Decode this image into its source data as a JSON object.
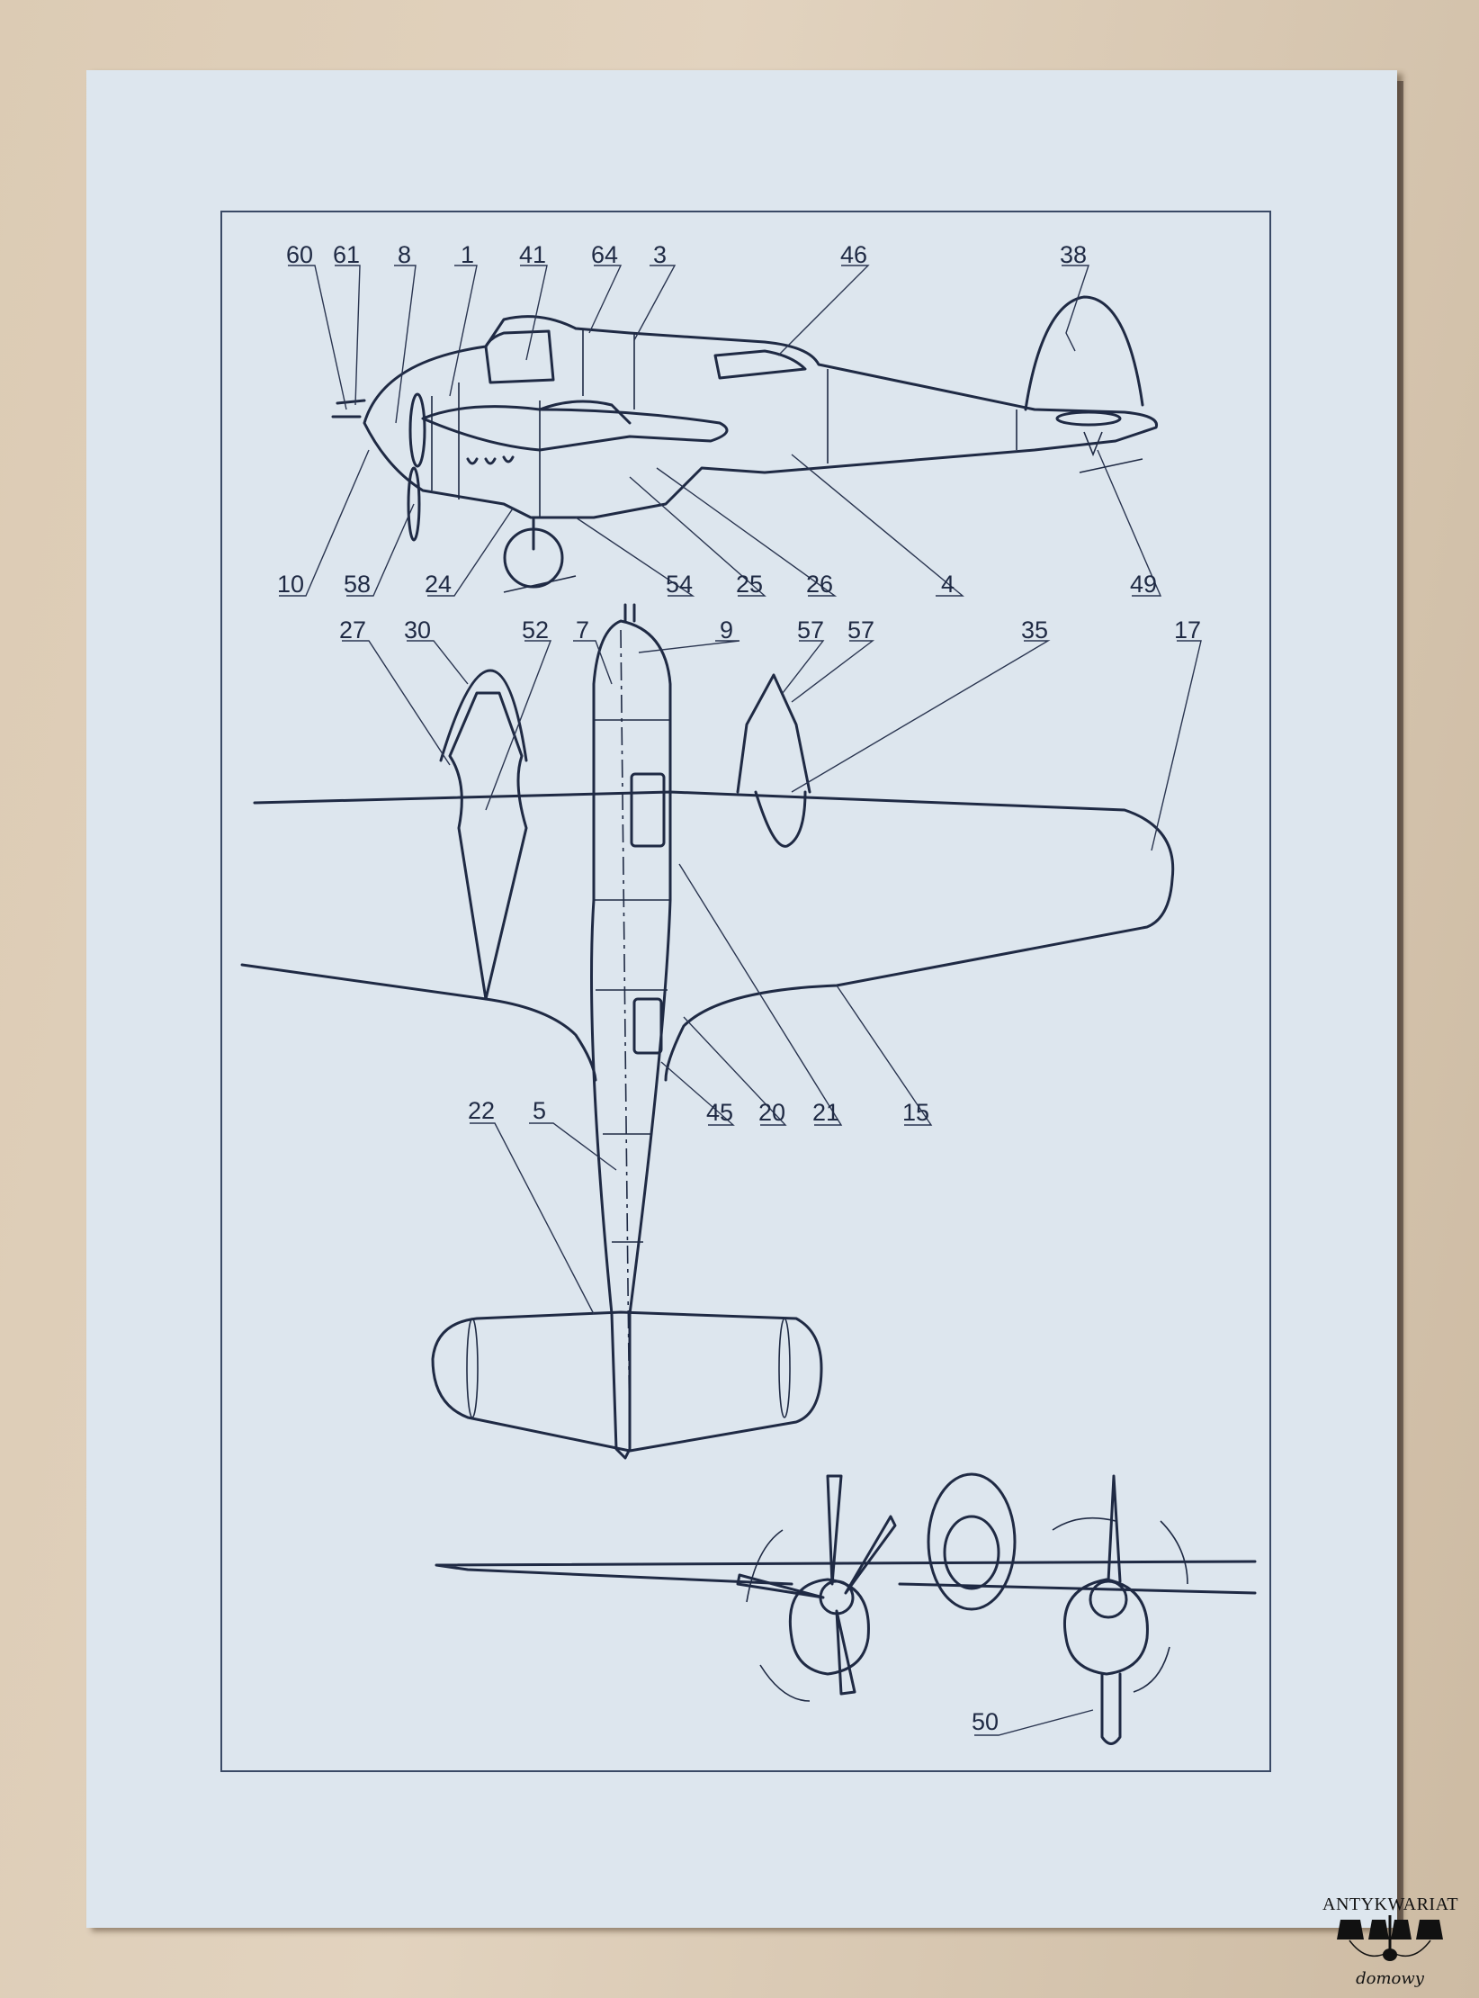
{
  "diagram": {
    "views": [
      "side-view",
      "top-view",
      "front-view"
    ],
    "callouts": [
      "60",
      "61",
      "8",
      "1",
      "41",
      "64",
      "3",
      "46",
      "38",
      "10",
      "58",
      "24",
      "54",
      "25",
      "26",
      "4",
      "49",
      "27",
      "30",
      "52",
      "7",
      "9",
      "57",
      "57",
      "35",
      "17",
      "45",
      "20",
      "21",
      "15",
      "22",
      "5",
      "50"
    ]
  },
  "watermark": {
    "line1": "ANTYKWARIAT",
    "line2": "domowy"
  },
  "colors": {
    "paper": "#dde6ee",
    "ink": "#1f2a44",
    "background": "#d8c8b2"
  }
}
